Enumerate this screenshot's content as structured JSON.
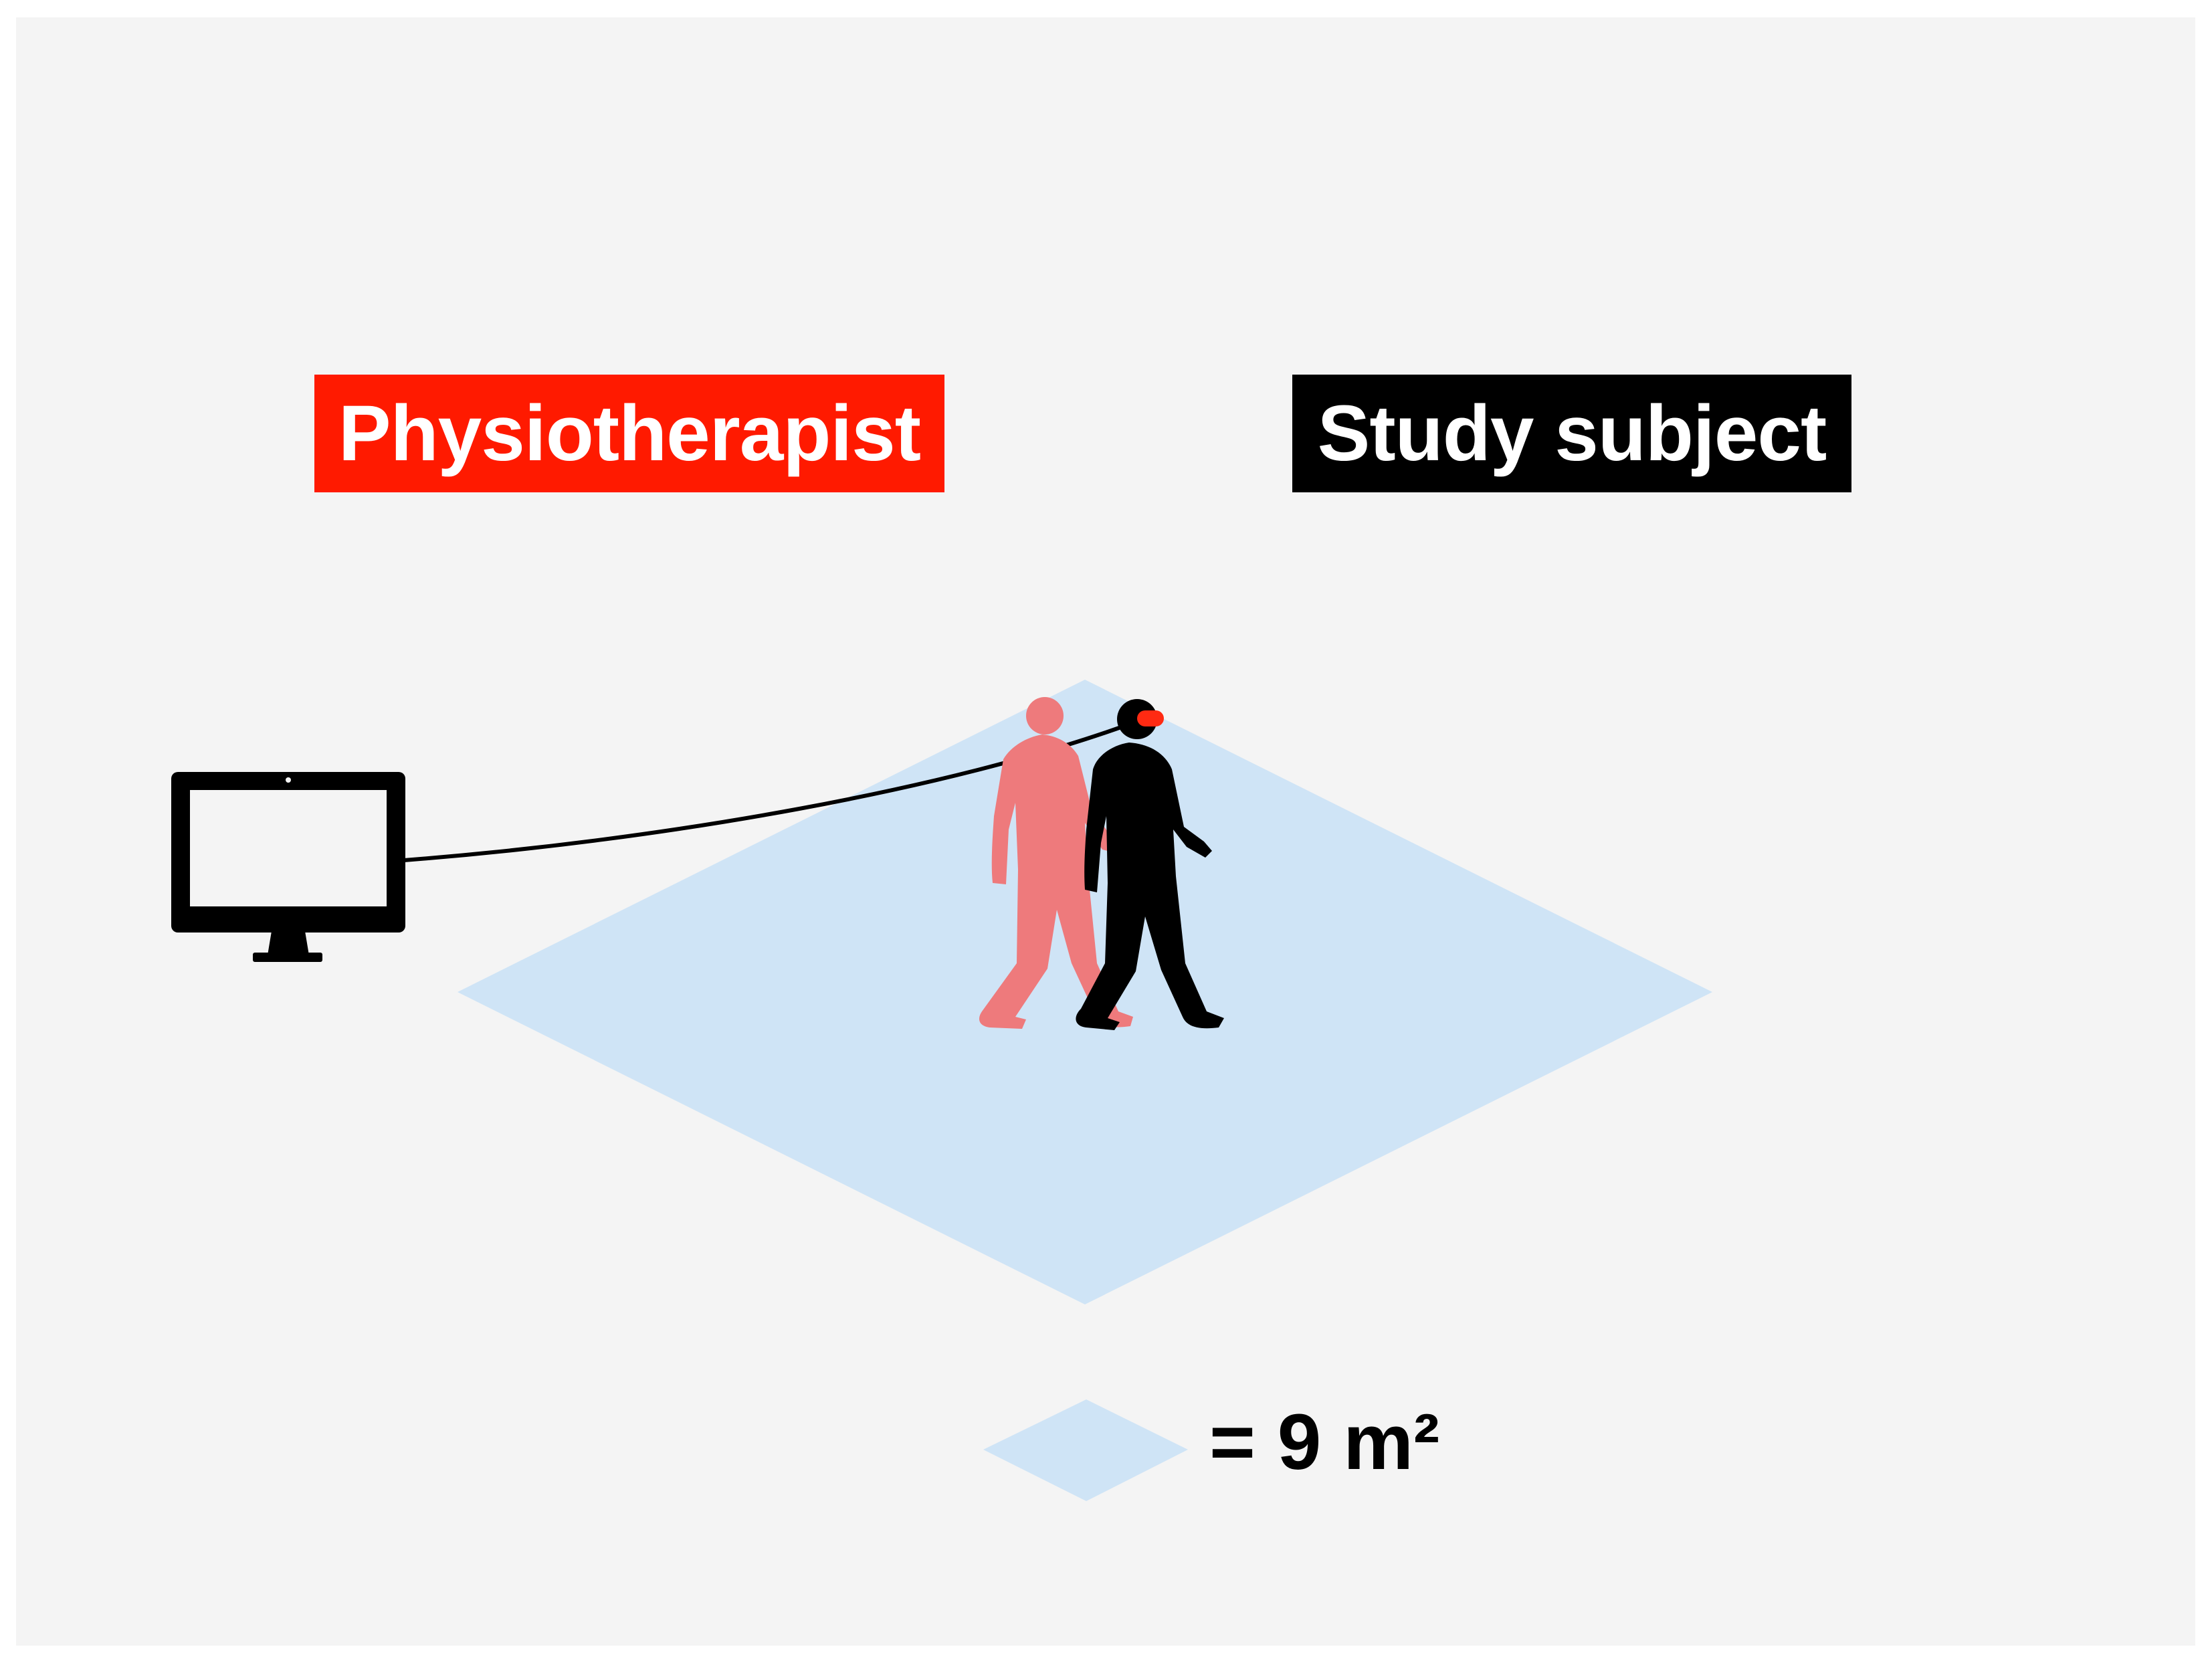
{
  "labels": {
    "physiotherapist": "Physiotherapist",
    "study_subject": "Study subject"
  },
  "legend": {
    "area_text": "= 9 m²"
  },
  "colors": {
    "background": "#f4f4f4",
    "floor": "#cfe4f6",
    "physiotherapist": "#ff1a00",
    "physiotherapist_figure": "#ee7a7c",
    "study_subject": "#000000",
    "headset": "#ff2a12",
    "monitor": "#000000",
    "cable": "#000000"
  },
  "icons": {
    "monitor": "monitor-icon",
    "physiotherapist": "walking-person-icon",
    "study_subject": "walking-person-icon",
    "headset": "vr-headset-icon"
  }
}
